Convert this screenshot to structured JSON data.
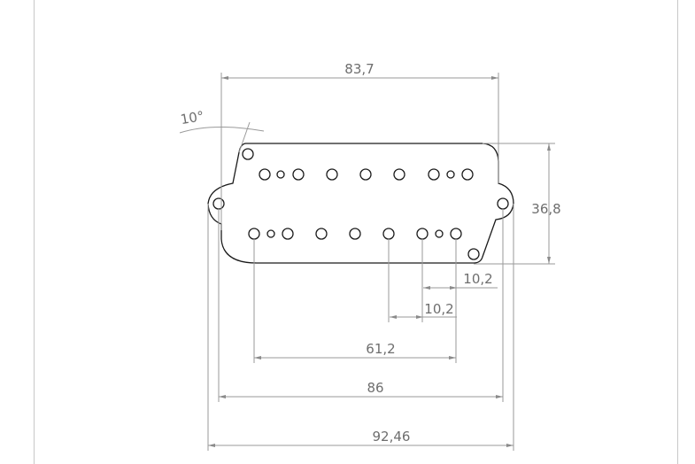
{
  "drawing": {
    "dimensions": {
      "top_width": "83,7",
      "height": "36,8",
      "angle": "10°",
      "pole_spacing_a": "10,2",
      "pole_spacing_b": "10,2",
      "pole_span": "61,2",
      "mount_span": "86",
      "overall_width": "92,46"
    }
  }
}
